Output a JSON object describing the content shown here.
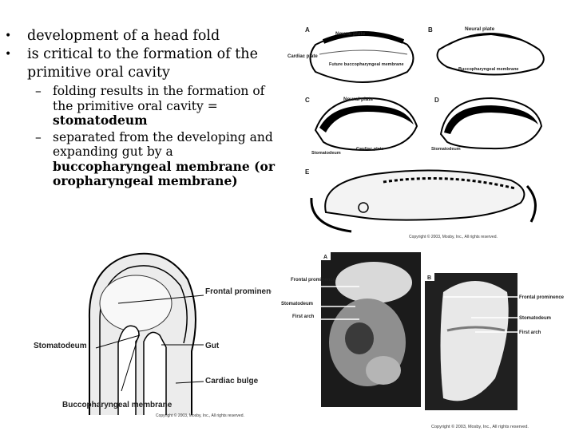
{
  "bullets": {
    "b1": "development of a head fold",
    "b2": "is critical to the formation of the primitive oral cavity",
    "sub1_text": "folding results in the formation of the primitive oral cavity =",
    "sub1_bold": "stomatodeum",
    "sub2_text": "separated from the developing and expanding gut by a",
    "sub2_bold": "buccopharyngeal membrane (or oropharyngeal membrane)"
  },
  "fig_top": {
    "panel_a": "A",
    "panel_b": "B",
    "panel_c": "C",
    "panel_d": "D",
    "panel_e": "E",
    "neural_plate_a": "Neural plate",
    "neural_plate_b": "Neural plate",
    "neural_plate_c": "Neural plate",
    "cardiac_plate": "Cardiac plate",
    "future_bp": "Future buccopharyngeal membrane",
    "bp_membrane": "Buccopharyngeal membrane",
    "stomatodeum_c": "Stomatodeum",
    "cardiac_plate_c": "Cardiac plate",
    "stomatodeum_d": "Stomatodeum",
    "copyright": "Copyright © 2003, Mosby, Inc., All rights reserved."
  },
  "fig_left": {
    "frontal": "Frontal prominence",
    "stomatodeum": "Stomatodeum",
    "gut": "Gut",
    "cardiac": "Cardiac bulge",
    "bp": "Buccopharyngeal membrane",
    "copyright": "Copyright © 2003, Mosby, Inc., All rights reserved."
  },
  "fig_right": {
    "panel_a": "A",
    "panel_b": "B",
    "frontal_a": "Frontal prominence",
    "stomatodeum_a": "Stomatodeum",
    "first_arch_a": "First arch",
    "frontal_b": "Frontal prominence",
    "stomatodeum_b": "Stomatodeum",
    "first_arch_b": "First arch",
    "copyright": "Copyright © 2003, Mosby, Inc., All rights reserved."
  }
}
